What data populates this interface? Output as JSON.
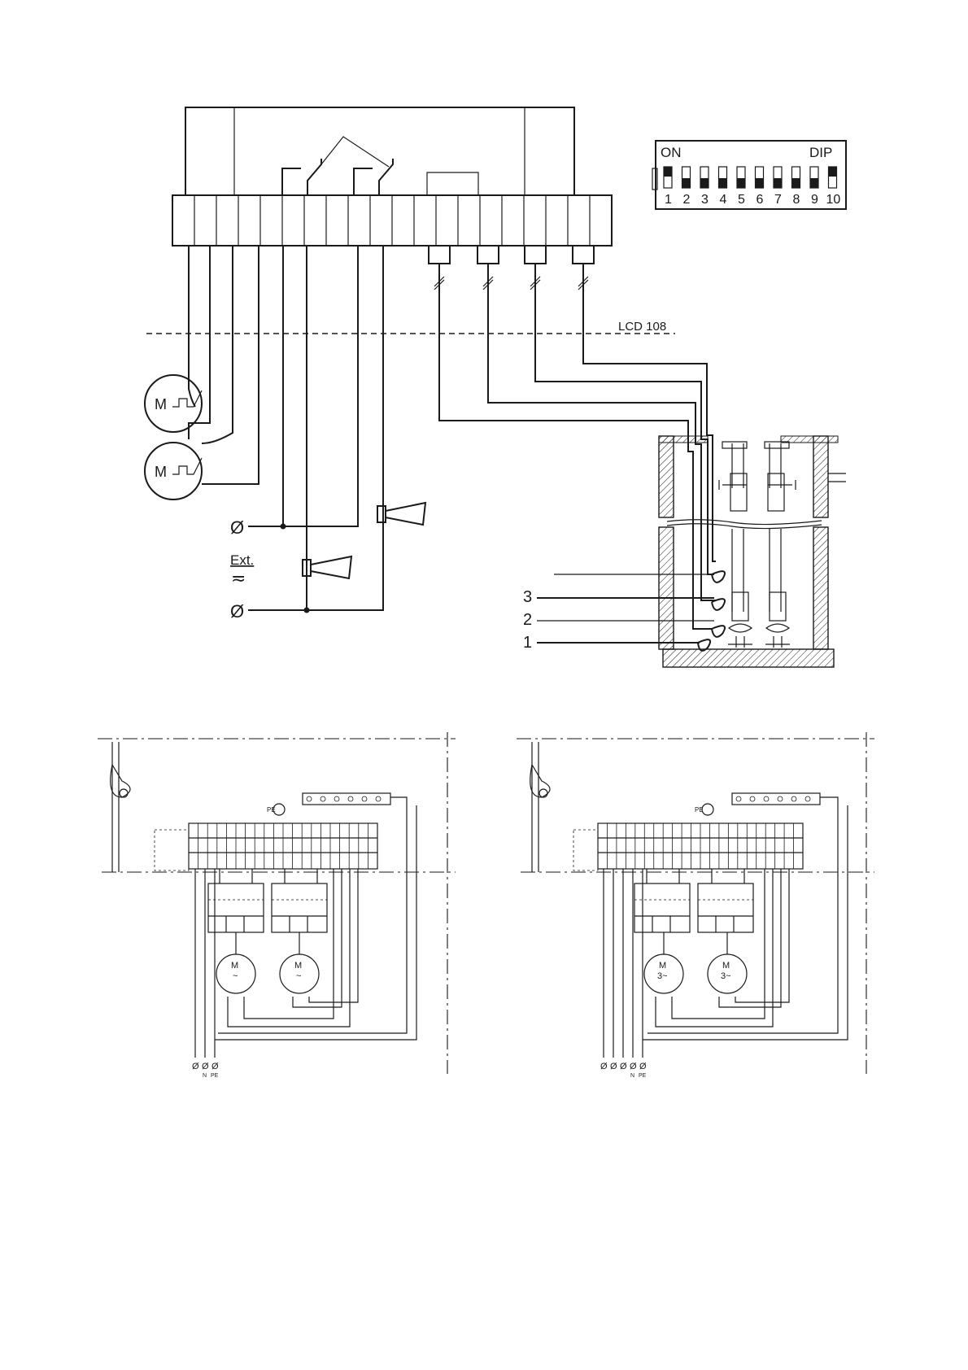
{
  "dip_switch": {
    "on_label": "ON",
    "dip_label": "DIP",
    "numbers": [
      "1",
      "2",
      "3",
      "4",
      "5",
      "6",
      "7",
      "8",
      "9",
      "10"
    ],
    "on_positions": [
      1,
      10
    ]
  },
  "boundary_label": "LCD 108",
  "motor_label": "M",
  "motor_symbol": "~",
  "motor_3phase_symbol": "3~",
  "ext_label": "Ext.",
  "ext_symbol": "≂",
  "phase_symbol": "Ø",
  "level_labels": [
    "3",
    "2",
    "1"
  ],
  "left_terminals": {
    "pe_label": "PE",
    "bottom": [
      "Ø",
      "Ø",
      "Ø"
    ],
    "bottom_sub": [
      "",
      "N",
      "PE"
    ]
  },
  "right_terminals": {
    "pe_label": "PE",
    "bottom": [
      "Ø",
      "Ø",
      "Ø",
      "Ø",
      "Ø"
    ],
    "bottom_sub": [
      "",
      "",
      "",
      "N",
      "PE"
    ]
  }
}
